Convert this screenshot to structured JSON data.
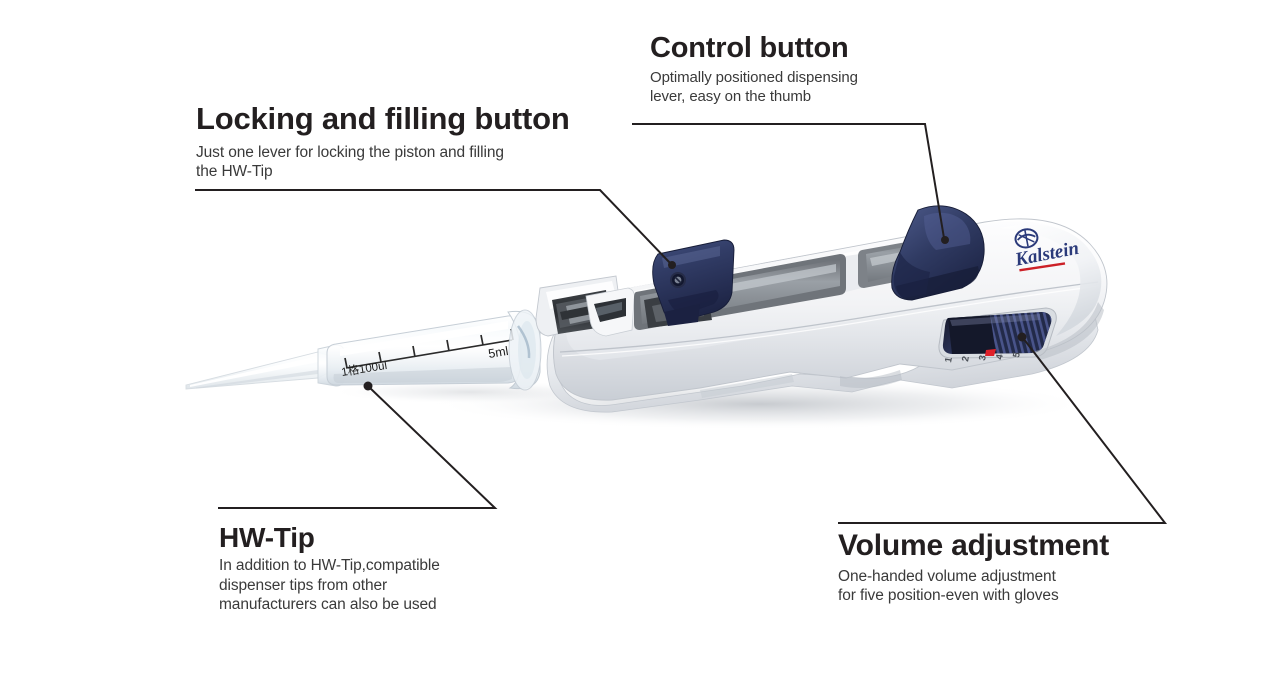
{
  "image": {
    "subject": "Electronic repetitive pipette / bottle-top dispenser with labelled callouts",
    "background_color": "#ffffff",
    "text_color": "#231f20"
  },
  "callouts": [
    {
      "id": "locking-and-filling-button",
      "title": "Locking and filling button",
      "body": "Just one lever for locking the piston and filling\nthe HW-Tip",
      "body_lines": [
        "Just one lever for locking the piston and filling",
        "the HW-Tip"
      ],
      "position": "top-left",
      "leader": {
        "from": "text-underline-right",
        "to_part": "locking-filling-lever",
        "dot": [
          672,
          265
        ]
      }
    },
    {
      "id": "control-button",
      "title": "Control button",
      "body_lines": [
        "Optimally positioned dispensing",
        "lever, easy on the thumb"
      ],
      "position": "top-center",
      "leader": {
        "from": "text-underline-right",
        "to_part": "control-lever",
        "dot": [
          945,
          240
        ]
      }
    },
    {
      "id": "hw-tip",
      "title": "HW-Tip",
      "body_lines": [
        "In addition to HW-Tip,compatible",
        "dispenser tips from other",
        "manufacturers can also be used"
      ],
      "position": "bottom-left",
      "leader": {
        "from": "text-overline-right",
        "to_part": "syringe-tip-barrel",
        "dot": [
          368,
          386
        ]
      }
    },
    {
      "id": "volume-adjustment",
      "title": "Volume adjustment",
      "body_lines": [
        "One-handed volume adjustment",
        "for five position-even with gloves"
      ],
      "position": "bottom-right",
      "leader": {
        "from": "text-overline-right",
        "to_part": "volume-slider",
        "dot": [
          1022,
          337
        ]
      }
    }
  ],
  "device": {
    "brand": "Kalstein",
    "brand_color": "#2b3a7a",
    "brand_accent_color": "#cc2027",
    "body_color": "#f4f5f7",
    "lever_color": "#2c3560",
    "parts": [
      "pipette-tip",
      "syringe-tip-barrel",
      "locking-filling-lever",
      "control-lever",
      "volume-slider",
      "display-window",
      "hand-grip"
    ],
    "tip_markings": {
      "graduation_label": "1格100ul",
      "capacity_label": "5ml"
    },
    "volume_scale": [
      "1",
      "2",
      "3",
      "4",
      "5"
    ]
  }
}
